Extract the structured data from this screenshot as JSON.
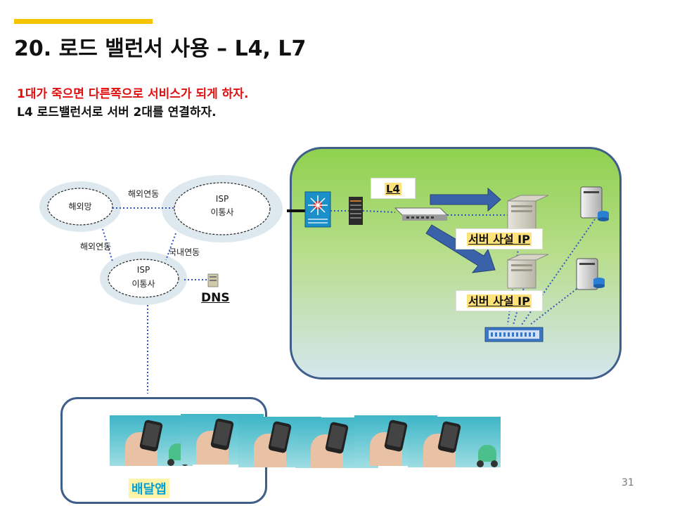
{
  "slide": {
    "title": "20. 로드 밸런서 사용 – L4, L7",
    "line1": "1대가 죽으면 다른쪽으로 서비스가 되게 하자.",
    "line2": "L4 로드밸런서로 서버 2대를 연결하자.",
    "page_number": "31"
  },
  "network": {
    "overseas_cloud": "해외망",
    "isp_main_1": "ISP",
    "isp_main_2": "이통사",
    "isp_local_1": "ISP",
    "isp_local_2": "이통사",
    "link_overseas_top": "해외연동",
    "link_overseas_left": "해외연동",
    "link_domestic": "국내연동",
    "dns_label": "DNS"
  },
  "datacenter": {
    "l4_label": "L4",
    "server1_ip_label": "서버 사설 IP",
    "server2_ip_label": "서버 사설 IP"
  },
  "app": {
    "label": "배달앱"
  },
  "colors": {
    "accent": "#f5c400",
    "highlight_red": "#e01010",
    "arrow_blue": "#3a62a8",
    "link_blue": "#3355cc",
    "border_navy": "#3f5f8a"
  }
}
